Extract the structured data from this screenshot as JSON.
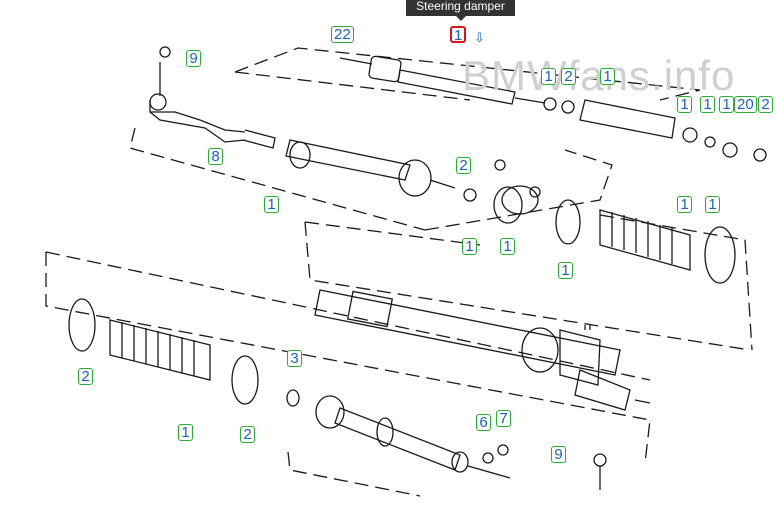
{
  "tooltip": "Steering damper",
  "watermark": "BMWfans.info",
  "arrow_glyph": "⇩",
  "colors": {
    "callout_border": "#2fa83a",
    "callout_text": "#1f63b4",
    "selected_border": "#d8141b",
    "line": "#1a1a1a"
  },
  "callouts": [
    {
      "label": "1",
      "selected": true
    },
    {
      "label": "22"
    },
    {
      "label": "9"
    },
    {
      "label": "1"
    },
    {
      "label": "2"
    },
    {
      "label": "1"
    },
    {
      "label": "1"
    },
    {
      "label": "1"
    },
    {
      "label": "1"
    },
    {
      "label": "20"
    },
    {
      "label": "2"
    },
    {
      "label": "8"
    },
    {
      "label": "2"
    },
    {
      "label": "1"
    },
    {
      "label": "1"
    },
    {
      "label": "1"
    },
    {
      "label": "1"
    },
    {
      "label": "1"
    },
    {
      "label": "1"
    },
    {
      "label": "2"
    },
    {
      "label": "3"
    },
    {
      "label": "1"
    },
    {
      "label": "2"
    },
    {
      "label": "6"
    },
    {
      "label": "7"
    },
    {
      "label": "9"
    }
  ]
}
